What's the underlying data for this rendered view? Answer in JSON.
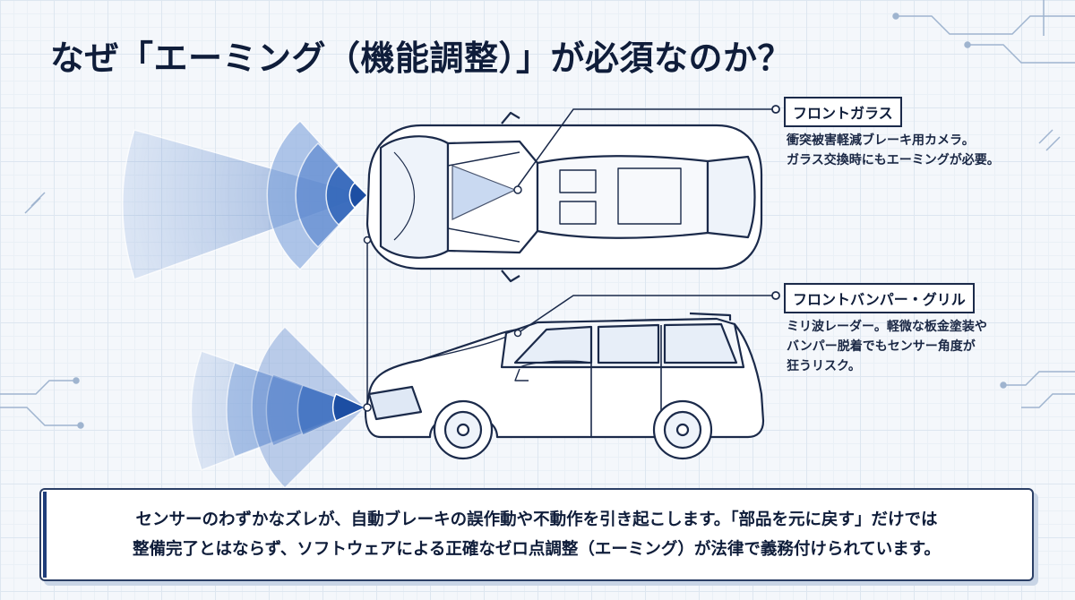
{
  "title": "なぜ「エーミング（機能調整）」が必須なのか？",
  "front_glass": {
    "label": "フロントガラス",
    "desc": [
      "衝突被害軽減ブレーキ用カメラ。",
      "ガラス交換時にもエーミングが必要。"
    ]
  },
  "front_bumper": {
    "label": "フロントバンパー・グリル",
    "desc": [
      "ミリ波レーダー。軽微な板金塗装や",
      "バンパー脱着でもセンサー角度が",
      "狂うリスク。"
    ]
  },
  "footer": {
    "lines": [
      "センサーのわずかなズレが、自動ブレーキの誤作動や不動作を引き起こします。「部品を元に戻す」だけでは",
      "整備完了とはならず、ソフトウェアによる正確なゼロ点調整（エーミング）が法律で義務付けられています。"
    ]
  },
  "colors": {
    "navy": "#1b2a4a",
    "beam": "#2f64b8",
    "grid": "#dde6f0"
  }
}
